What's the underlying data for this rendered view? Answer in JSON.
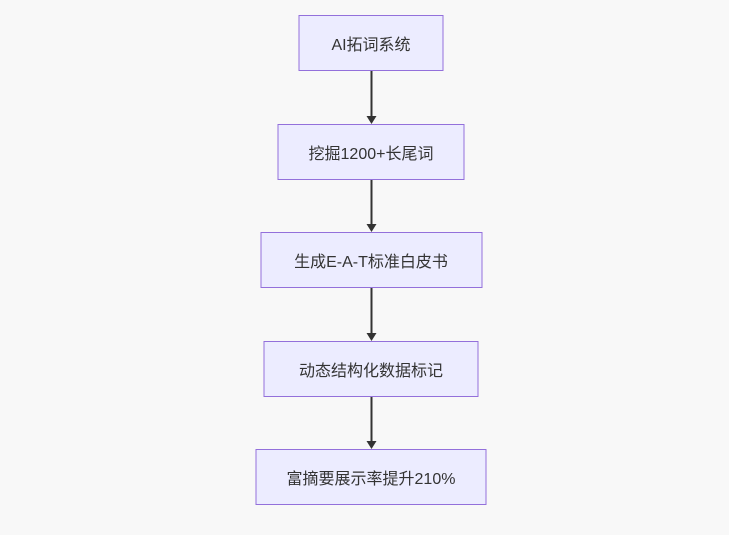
{
  "canvas": {
    "background": "#f8f8f8"
  },
  "diagram": {
    "type": "flowchart-top-down",
    "style": {
      "node_fill": "#ECECFF",
      "node_border": "#9370DB",
      "text_color": "#333333",
      "edge_color": "#333333"
    },
    "nodes": [
      {
        "label": "AI拓词系统"
      },
      {
        "label": "挖掘1200+长尾词"
      },
      {
        "label": "生成E-A-T标准白皮书"
      },
      {
        "label": "动态结构化数据标记"
      },
      {
        "label": "富摘要展示率提升210%"
      }
    ],
    "edges": [
      {
        "from": 0,
        "to": 1
      },
      {
        "from": 1,
        "to": 2
      },
      {
        "from": 2,
        "to": 3
      },
      {
        "from": 3,
        "to": 4
      }
    ]
  }
}
